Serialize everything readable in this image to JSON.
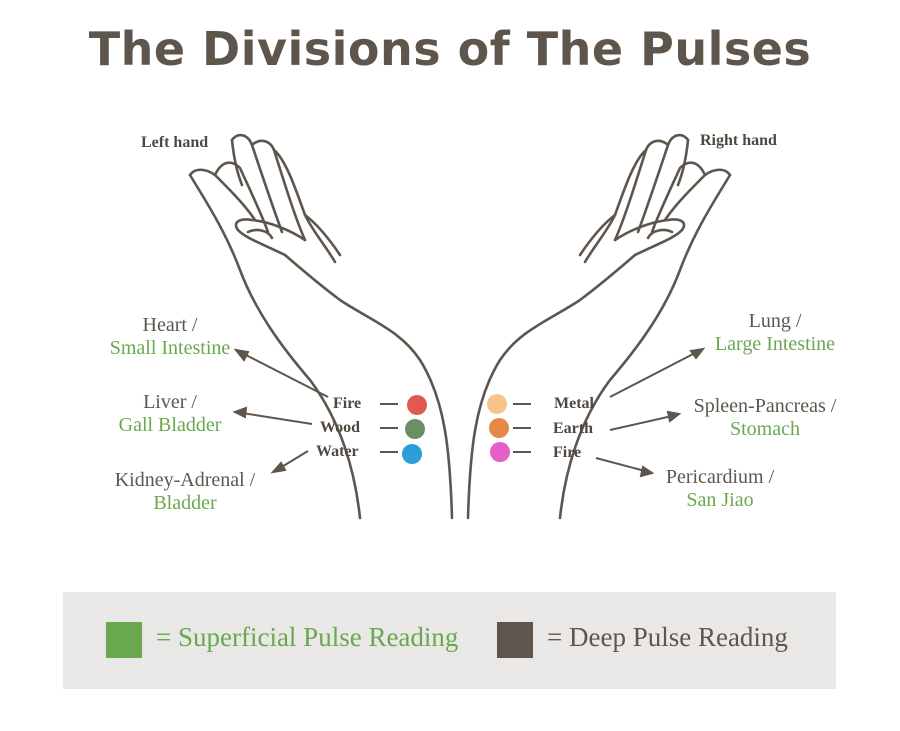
{
  "title": "The Divisions of The Pulses",
  "left_hand": {
    "label": "Left hand",
    "organs": [
      {
        "deep": "Heart /",
        "superficial": "Small Intestine"
      },
      {
        "deep": "Liver /",
        "superficial": "Gall Bladder"
      },
      {
        "deep": "Kidney-Adrenal  /",
        "superficial": "Bladder"
      }
    ],
    "elements": [
      {
        "name": "Fire",
        "color": "#e05a54"
      },
      {
        "name": "Wood",
        "color": "#6b8e63"
      },
      {
        "name": "Water",
        "color": "#2a9fd6"
      }
    ]
  },
  "right_hand": {
    "label": "Right hand",
    "organs": [
      {
        "deep": "Lung /",
        "superficial": "Large Intestine"
      },
      {
        "deep": "Spleen-Pancreas /",
        "superficial": "Stomach"
      },
      {
        "deep": "Pericardium /",
        "superficial": "San Jiao"
      }
    ],
    "elements": [
      {
        "name": "Metal",
        "color": "#f7c48c"
      },
      {
        "name": "Earth",
        "color": "#e8874a"
      },
      {
        "name": "Fire",
        "color": "#e55fc9"
      }
    ]
  },
  "legend": {
    "superficial": {
      "label": "= Superficial Pulse Reading",
      "color": "#6aa84f"
    },
    "deep": {
      "label": "= Deep Pulse Reading",
      "color": "#5e564d"
    }
  }
}
